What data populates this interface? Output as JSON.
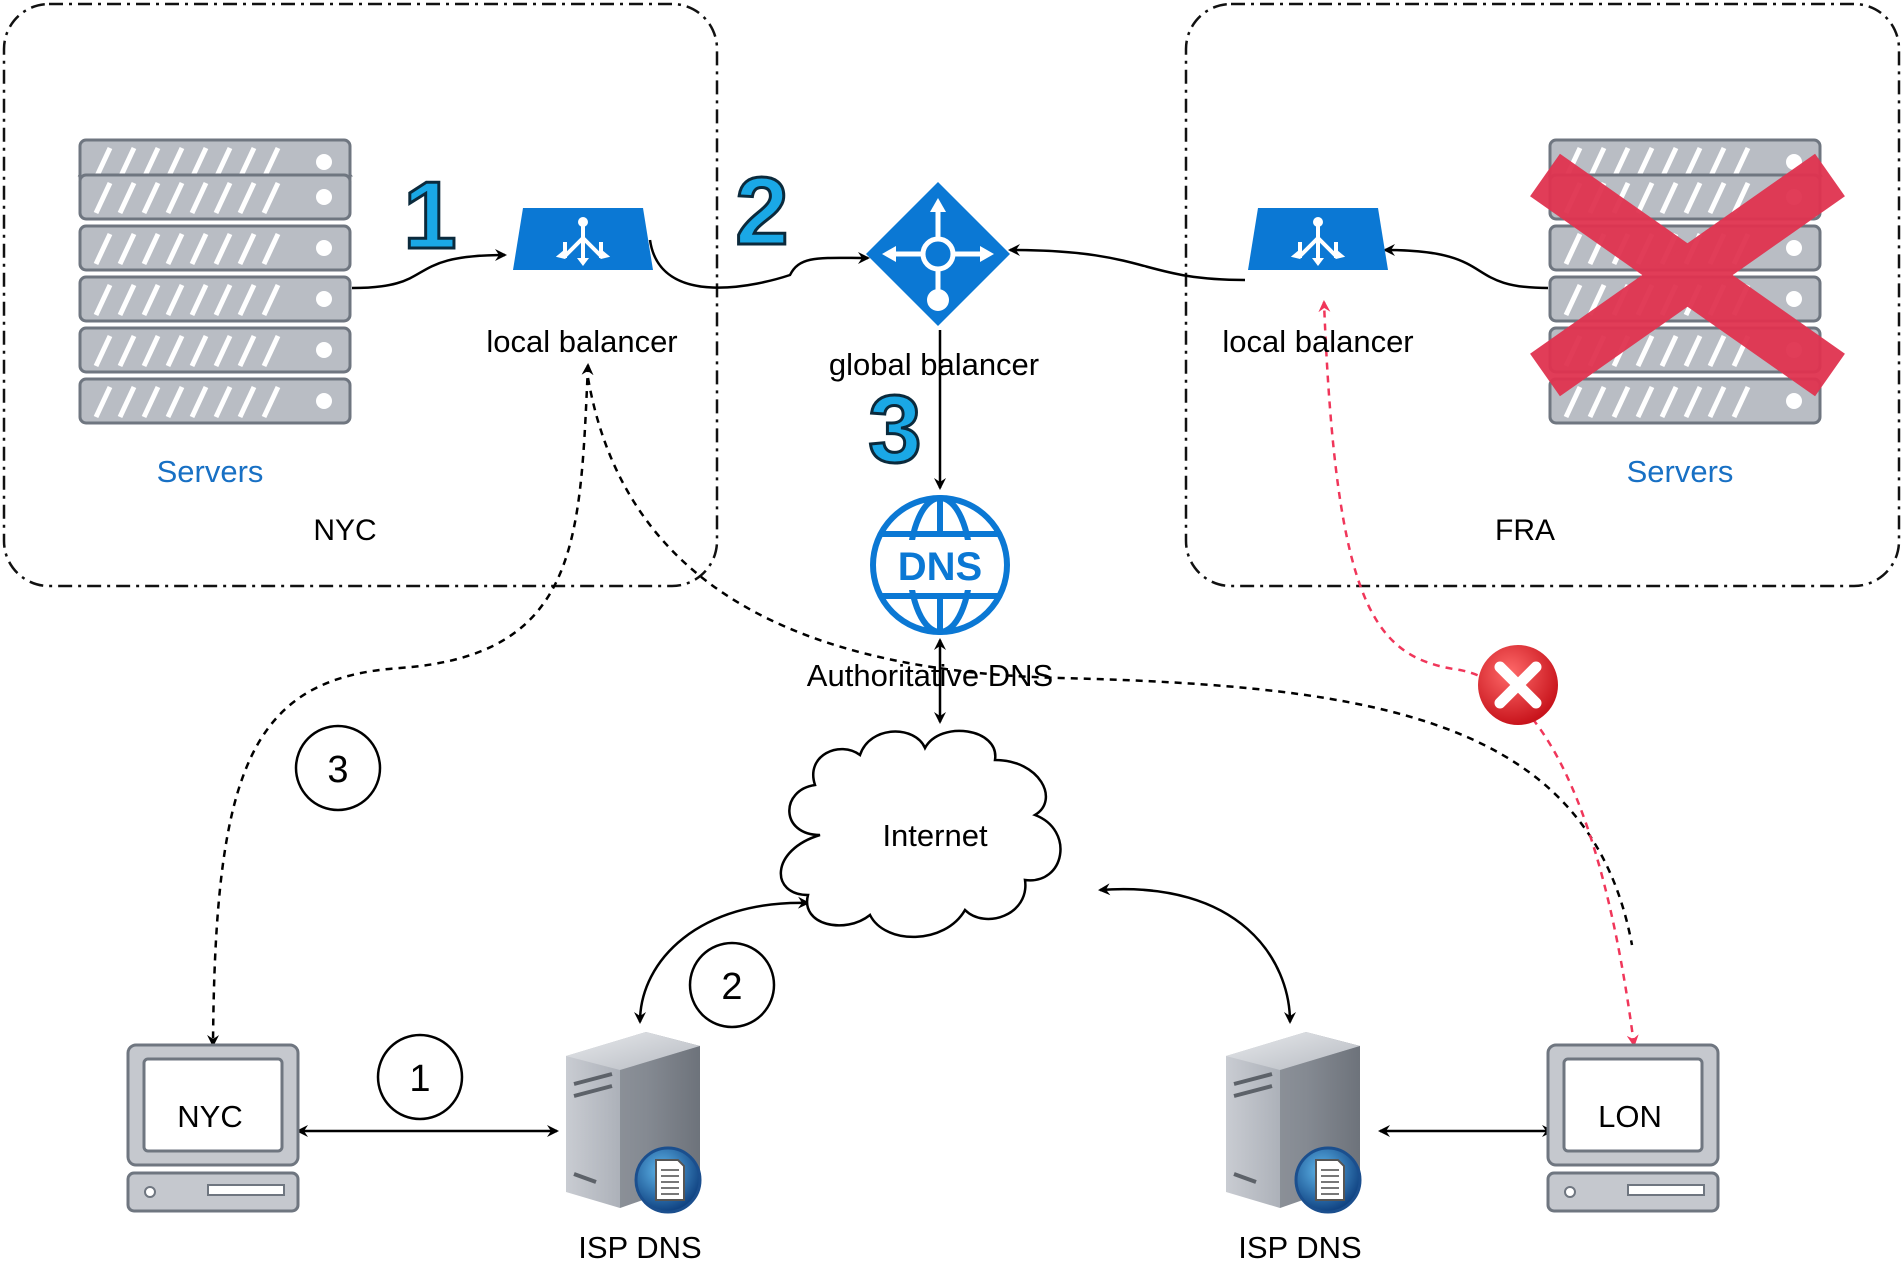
{
  "regions": {
    "nyc": {
      "label": "NYC"
    },
    "fra": {
      "label": "FRA"
    }
  },
  "nodes": {
    "nyc_servers": {
      "label": "Servers",
      "icon": "server-rack-icon"
    },
    "fra_servers": {
      "label": "Servers",
      "icon": "server-rack-icon",
      "status": "down",
      "status_icon": "red-x-icon"
    },
    "nyc_local_balancer": {
      "label": "local balancer",
      "icon": "load-balancer-icon"
    },
    "fra_local_balancer": {
      "label": "local balancer",
      "icon": "load-balancer-icon"
    },
    "global_balancer": {
      "label": "global balancer",
      "icon": "traffic-manager-icon"
    },
    "authoritative_dns": {
      "label": "Authoritative DNS",
      "icon": "dns-globe-icon"
    },
    "internet": {
      "label": "Internet",
      "icon": "cloud-icon"
    },
    "isp_dns_left": {
      "label": "ISP DNS",
      "icon": "server-tower-icon"
    },
    "isp_dns_right": {
      "label": "ISP DNS",
      "icon": "server-tower-icon"
    },
    "client_nyc": {
      "label": "NYC",
      "icon": "computer-icon"
    },
    "client_lon": {
      "label": "LON",
      "icon": "computer-icon"
    }
  },
  "steps_blue": [
    "1",
    "2",
    "3"
  ],
  "steps_circled": [
    "1",
    "2",
    "3"
  ],
  "colors": {
    "azure_blue": "#0b78d4",
    "server_gray": "#b9bdc4",
    "label_blue": "#1870c4",
    "failure_red": "#e03350",
    "failure_link": "#f0365a",
    "step_number": "#1aa8e6"
  }
}
